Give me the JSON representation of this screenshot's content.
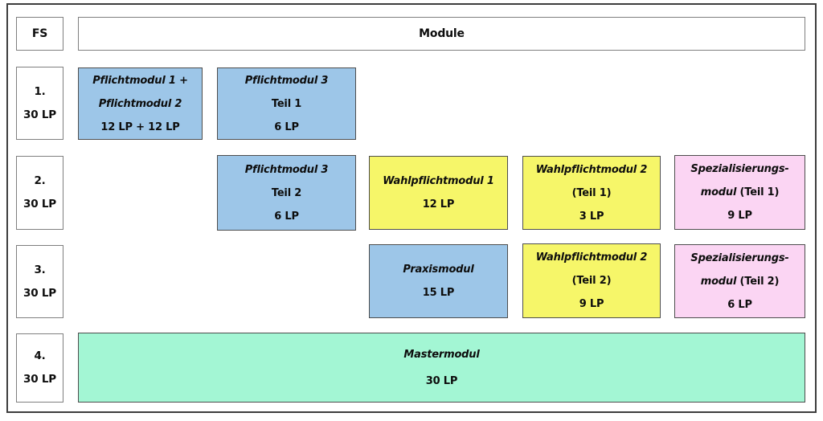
{
  "header": {
    "fs": "FS",
    "module": "Module"
  },
  "colors": {
    "blue": "#9DC6E8",
    "yellow": "#F6F669",
    "pink": "#FBD5F3",
    "green": "#A3F6D4"
  },
  "semesters": [
    {
      "number": "1.",
      "lp": "30 LP"
    },
    {
      "number": "2.",
      "lp": "30 LP"
    },
    {
      "number": "3.",
      "lp": "30 LP"
    },
    {
      "number": "4.",
      "lp": "30 LP"
    }
  ],
  "modules": {
    "pflicht12": {
      "title1": "Pflichtmodul 1 +",
      "title2": "Pflichtmodul 2",
      "lp": "12 LP + 12 LP"
    },
    "pflicht3_t1": {
      "title": "Pflichtmodul 3",
      "part": "Teil 1",
      "lp": "6 LP"
    },
    "pflicht3_t2": {
      "title": "Pflichtmodul 3",
      "part": "Teil 2",
      "lp": "6 LP"
    },
    "wahl1": {
      "title": "Wahlpflichtmodul 1",
      "lp": "12 LP"
    },
    "wahl2_t1": {
      "title": "Wahlpflichtmodul 2",
      "part": "(Teil 1)",
      "lp": "3 LP"
    },
    "spez_t1": {
      "title": "Spezialisierungs-",
      "title_italic": "modul",
      "part": " (Teil 1)",
      "lp": "9 LP"
    },
    "praxis": {
      "title": "Praxismodul",
      "lp": "15 LP"
    },
    "wahl2_t2": {
      "title": "Wahlpflichtmodul 2",
      "part": "(Teil 2)",
      "lp": "9 LP"
    },
    "spez_t2": {
      "title": "Spezialisierungs-",
      "title_italic": "modul",
      "part": " (Teil 2)",
      "lp": "6 LP"
    },
    "master": {
      "title": "Mastermodul",
      "lp": "30 LP"
    }
  }
}
